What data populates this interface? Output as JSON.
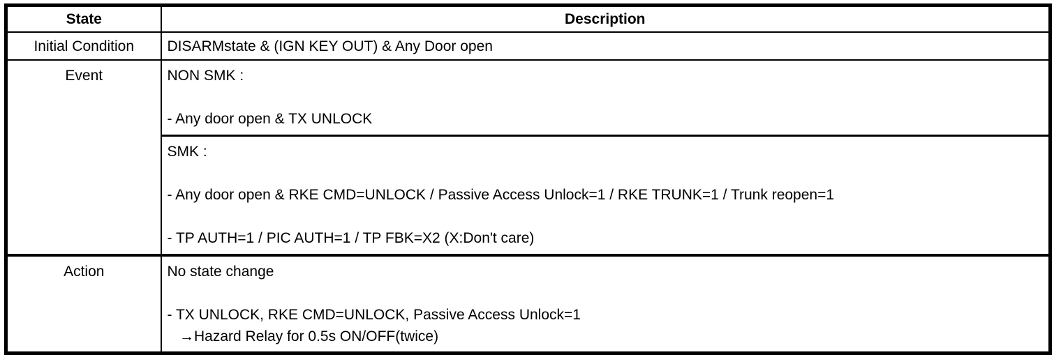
{
  "table": {
    "header": {
      "state": "State",
      "description": "Description"
    },
    "rows": {
      "initial_condition": {
        "label": "Initial Condition",
        "description": "DISARMstate & (IGN KEY OUT) & Any Door open"
      },
      "event": {
        "label": "Event",
        "non_smk": "NON SMK :\n\n- Any door open & TX UNLOCK",
        "smk": "SMK :\n\n- Any door open & RKE CMD=UNLOCK / Passive Access Unlock=1 / RKE TRUNK=1 / Trunk reopen=1\n\n- TP AUTH=1 / PIC AUTH=1 / TP FBK=X2 (X:Don't care)"
      },
      "action": {
        "label": "Action",
        "description": "No state change\n\n- TX UNLOCK, RKE CMD=UNLOCK, Passive Access Unlock=1\n   →Hazard Relay for 0.5s ON/OFF(twice)"
      }
    },
    "colors": {
      "border": "#000000",
      "text": "#000000",
      "background": "#ffffff"
    }
  }
}
